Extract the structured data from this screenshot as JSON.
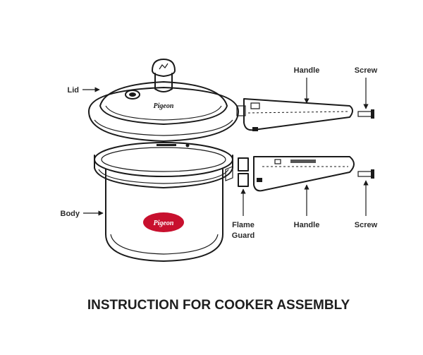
{
  "labels": {
    "lid": "Lid",
    "body": "Body",
    "handle_top": "Handle",
    "screw_top": "Screw",
    "flame_guard_line1": "Flame",
    "flame_guard_line2": "Guard",
    "handle_bottom": "Handle",
    "screw_bottom": "Screw"
  },
  "brand": {
    "lid_logo": "Pigeon",
    "body_logo": "Pigeon",
    "color": "#c8102e"
  },
  "title": "INSTRUCTION FOR COOKER ASSEMBLY"
}
